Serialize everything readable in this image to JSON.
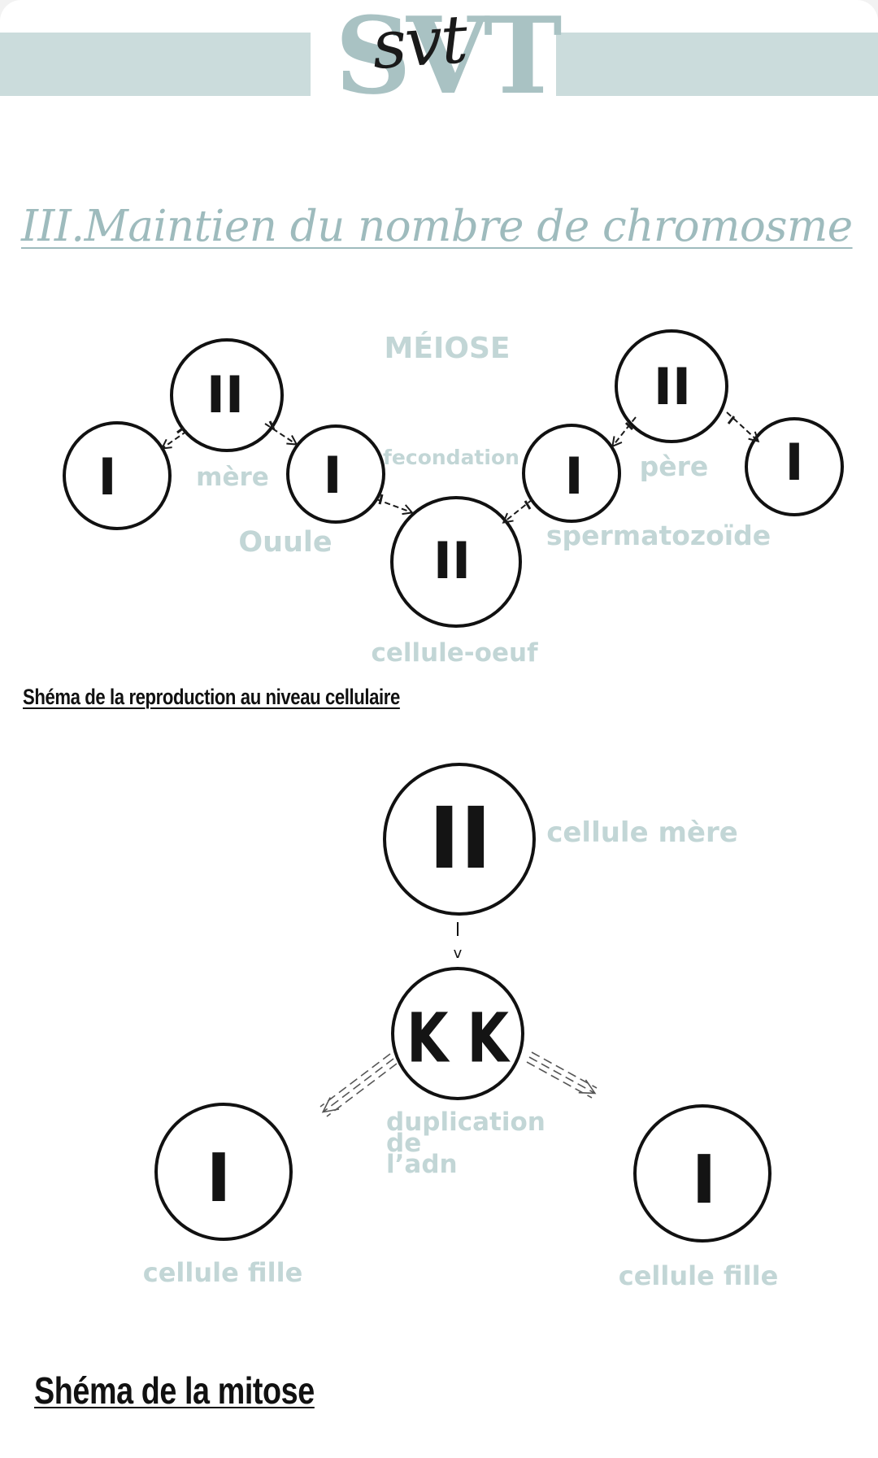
{
  "header": {
    "logo_block": "SVT",
    "logo_script": "svt"
  },
  "section_title": "III.Maintien du nombre de chromosme",
  "meiosis": {
    "title": "MÉIOSE",
    "labels": {
      "mother": "mère",
      "ovule": "Ouule",
      "fecondation": "fecondation",
      "father": "père",
      "sperm": "spermatozoïde",
      "egg_cell": "cellule-oeuf"
    },
    "chromosomes": {
      "mother": "II",
      "ovule": "I",
      "ovule_inner": "I",
      "egg_cell": "II",
      "sperm_inner": "I",
      "father": "II",
      "sperm_outer": "I"
    },
    "caption": "Shéma de la reproduction au niveau cellulaire"
  },
  "mitosis": {
    "labels": {
      "mother_cell": "cellule mère",
      "duplication_1": "duplication",
      "duplication_2": "de",
      "duplication_3": "l’adn",
      "daughter_left": "cellule fille",
      "daughter_right": "cellule fille"
    },
    "chromosomes": {
      "mother_cell": "II",
      "duplicated": "K K",
      "daughter_left": "I",
      "daughter_right": "I"
    },
    "arrow_mark": "v",
    "caption": "Shéma de la mitose"
  },
  "colors": {
    "band": "#cbdcdc",
    "label_faded": "#c2d6d6",
    "title_teal": "#9ebbbd",
    "ink": "#141414"
  }
}
